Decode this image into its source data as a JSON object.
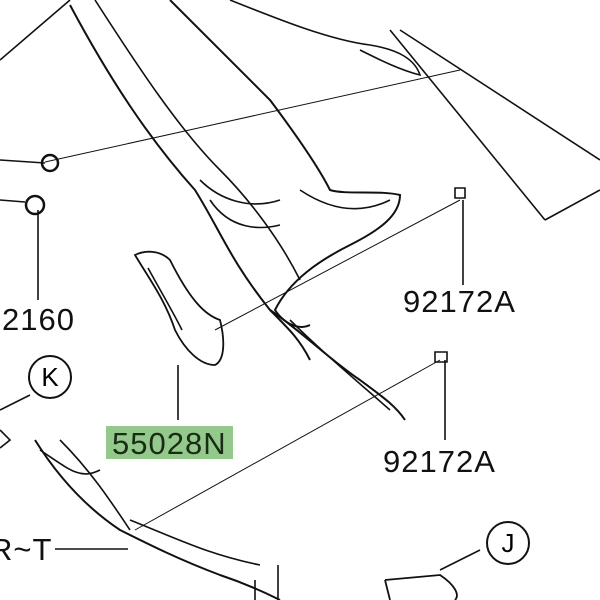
{
  "parts": {
    "label_92172a_upper": "92172A",
    "label_92172a_lower": "92172A",
    "label_2160": "2160",
    "label_55028n": "55028N",
    "label_r_t": "R~T",
    "callout_k": "K",
    "callout_j": "J"
  },
  "colors": {
    "highlight": "#93c98a",
    "line": "#111111"
  }
}
